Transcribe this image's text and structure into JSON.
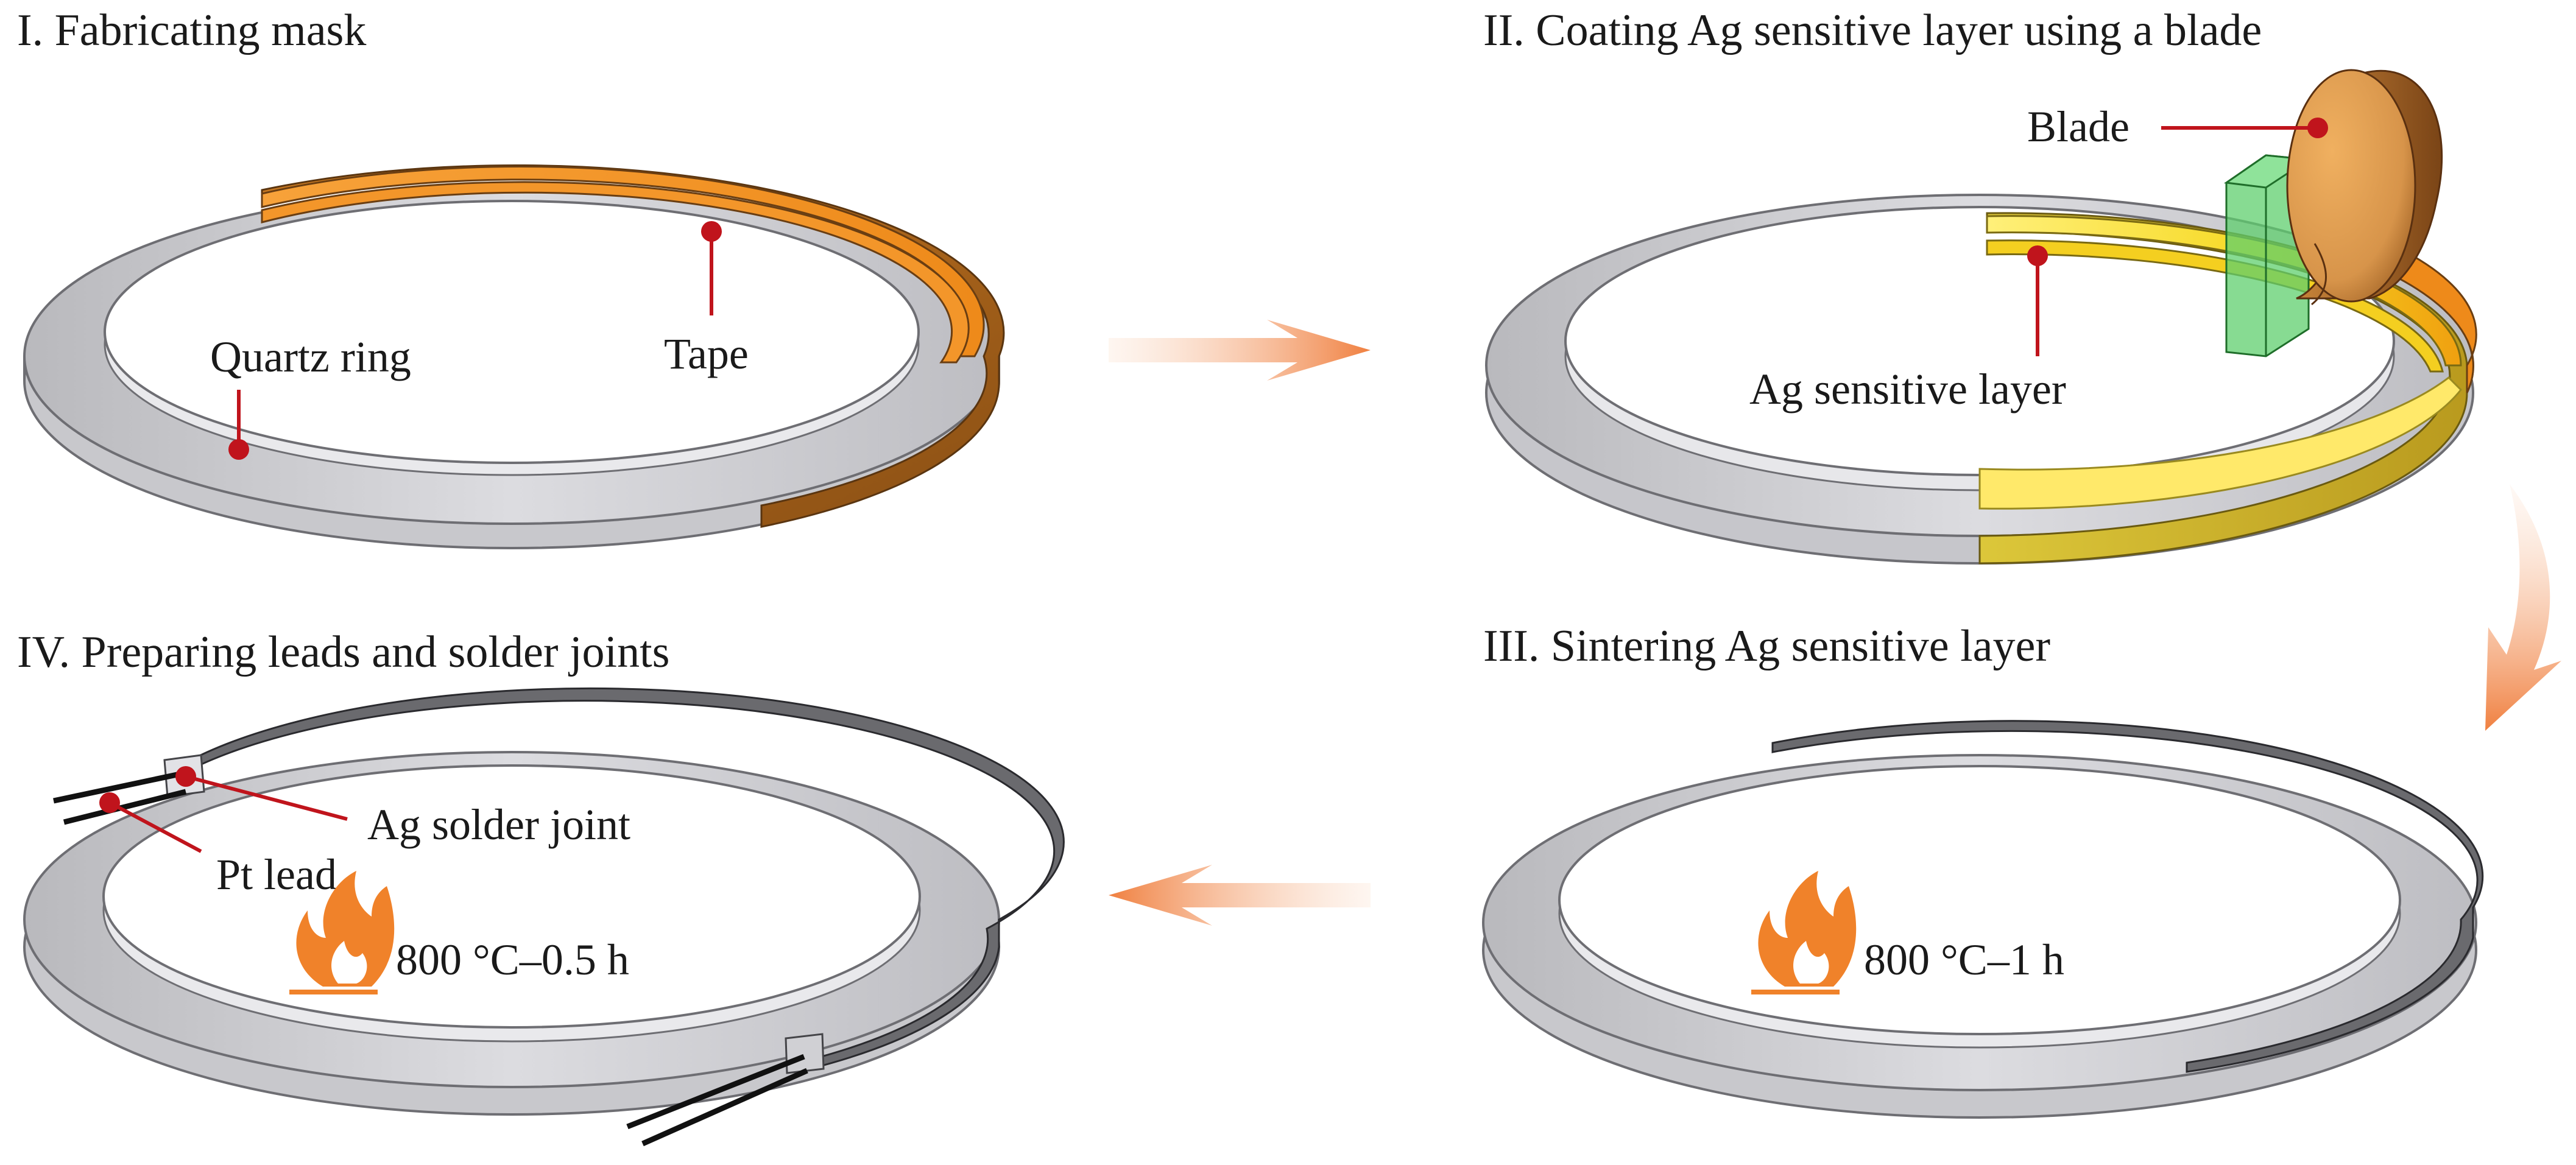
{
  "panels": [
    {
      "title": "I. Fabricating mask",
      "labels": {
        "ring": "Quartz ring",
        "tape": "Tape"
      }
    },
    {
      "title": "II. Coating Ag sensitive layer using a blade",
      "labels": {
        "blade": "Blade",
        "layer": "Ag sensitive layer"
      }
    },
    {
      "title": "III. Sintering Ag sensitive layer",
      "labels": {
        "heat": "800 °C–1 h"
      }
    },
    {
      "title": "IV. Preparing leads and solder joints",
      "labels": {
        "joint": "Ag solder joint",
        "lead": "Pt lead",
        "heat": "800 °C–0.5 h"
      }
    }
  ],
  "icons": [
    "flame-icon",
    "arrow-right-icon",
    "arrow-left-icon",
    "arrow-down-icon"
  ],
  "colors": {
    "ring": "#d2d2d6",
    "ring_edge": "#6e6e73",
    "tape": "#f0891e",
    "tape_dark": "#b5651a",
    "ag_layer": "#f4d524",
    "blade": "#d99a4a",
    "blade_holder": "#5fcf6e",
    "leader": "#c0141c",
    "sintered": "#5a5a5e",
    "flame": "#f0822a",
    "arrow": "#f08a45",
    "pt_lead": "#111111"
  }
}
